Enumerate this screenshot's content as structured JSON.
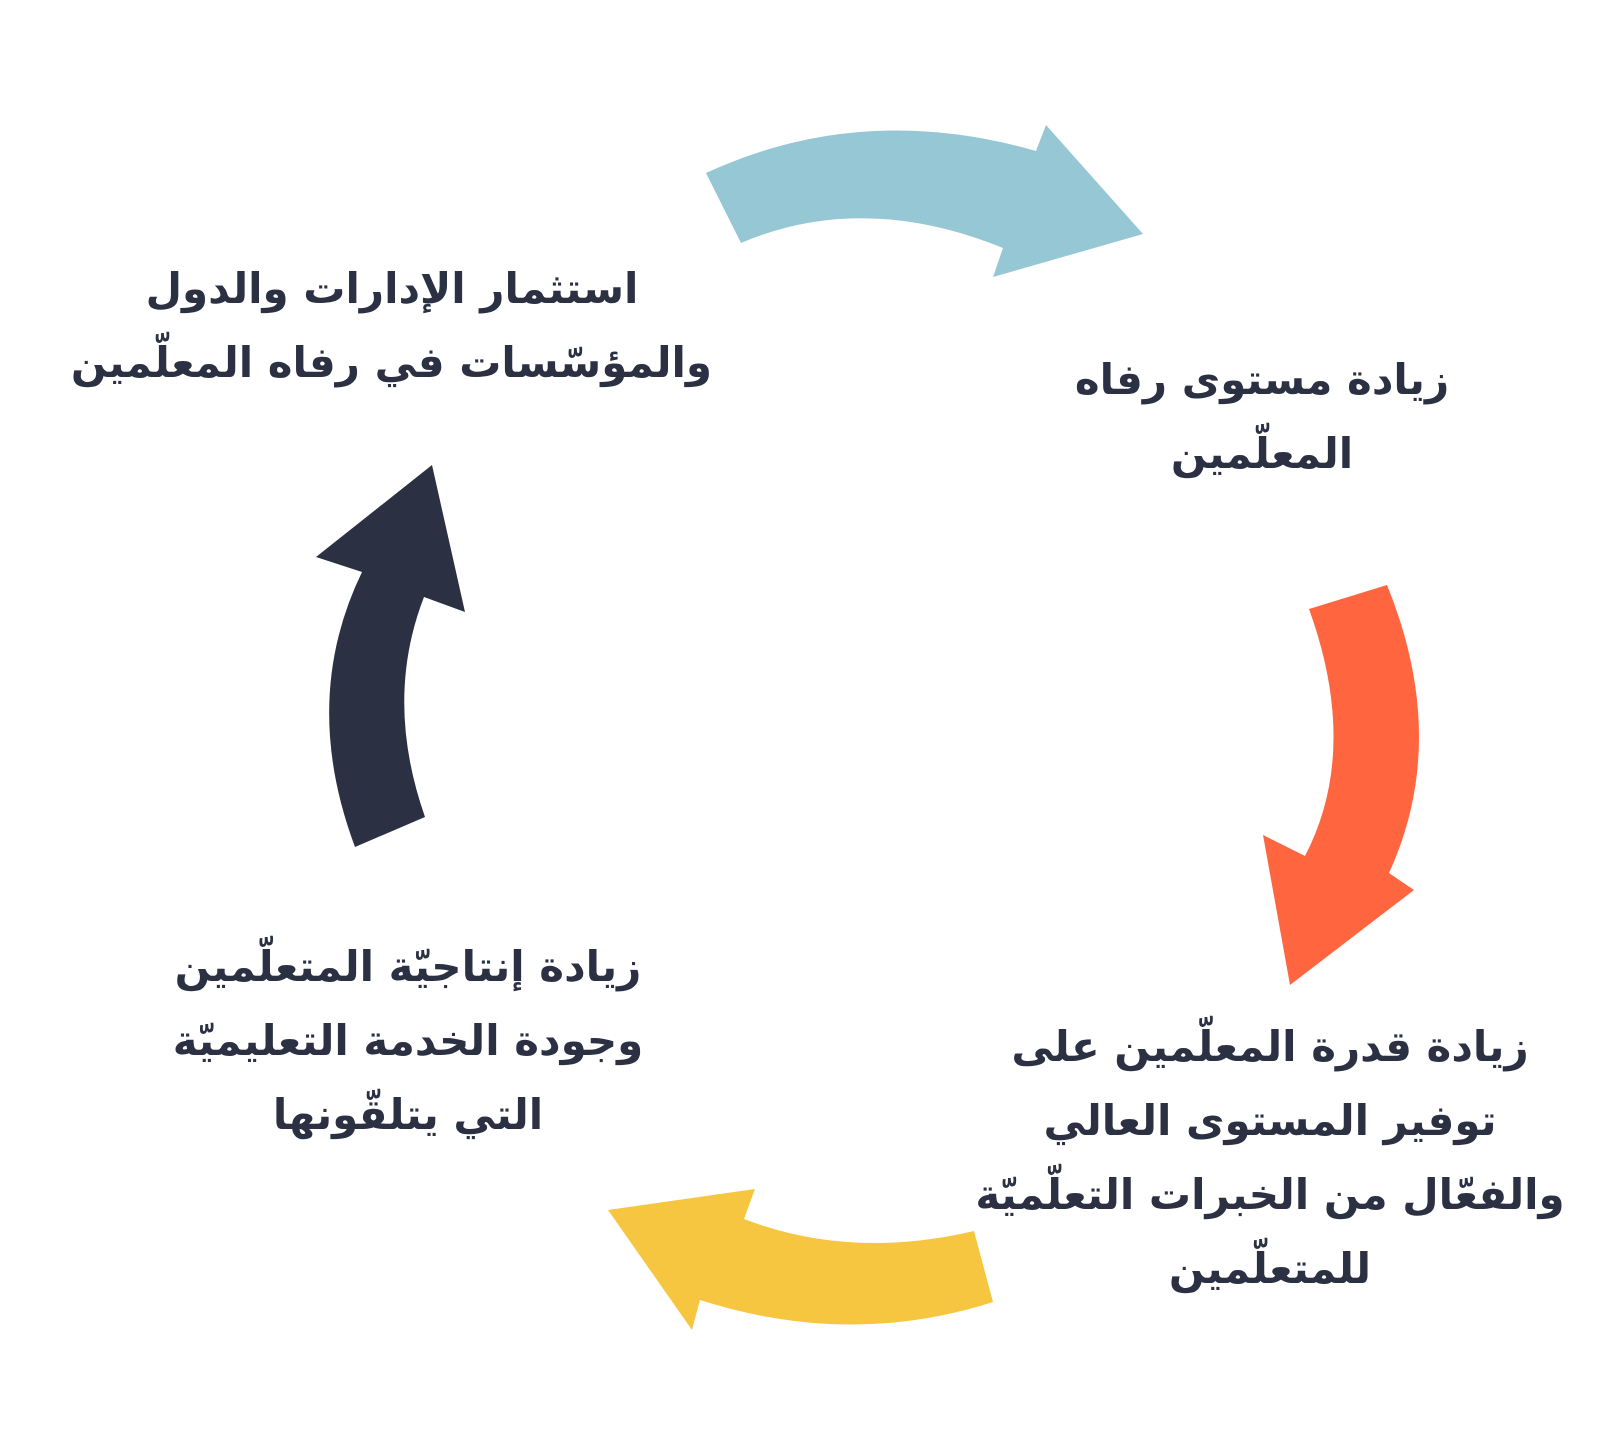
{
  "colors": {
    "arrow_top": "#96C7D4",
    "arrow_right": "#FF6640",
    "arrow_bottom": "#F7C641",
    "arrow_left": "#2B3142",
    "text": "#2B3142",
    "background": "#FFFFFF"
  },
  "steps": [
    {
      "lines": [
        "استثمار الإدارات والدول",
        "والمؤسّسات في رفاه المعلّمين"
      ]
    },
    {
      "lines": [
        "زيادة مستوى رفاه",
        "المعلّمين"
      ]
    },
    {
      "lines": [
        "زيادة قدرة المعلّمين على",
        "توفير المستوى العالي",
        "والفعّال من الخبرات التعلّميّة",
        "للمتعلّمين"
      ]
    },
    {
      "lines": [
        "زيادة إنتاجيّة المتعلّمين",
        "وجودة الخدمة التعليميّة",
        "التي يتلقّونها"
      ]
    }
  ]
}
